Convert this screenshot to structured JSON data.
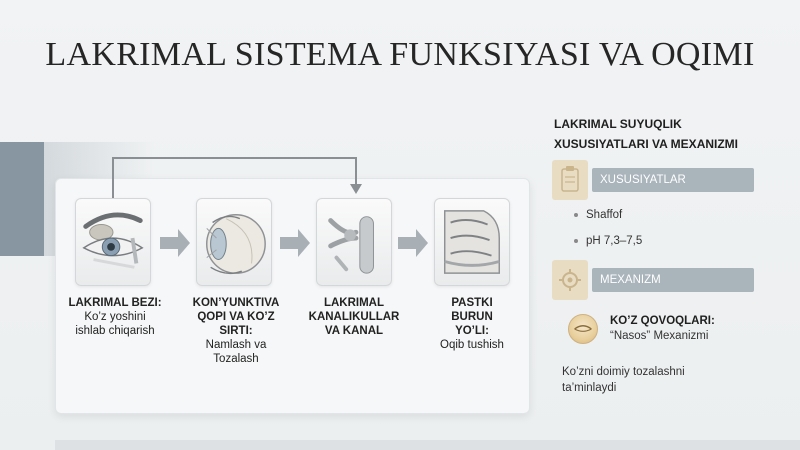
{
  "title": "LAKRIMAL SISTEMA FUNKSIYASI VA OQIMI",
  "steps": [
    {
      "heading": "LAKRIMAL BEZI:",
      "desc_lines": [
        "Ko’z yoshini",
        "ishlab chiqarish"
      ],
      "icon": "eye-lacrimal-gland-icon"
    },
    {
      "heading_lines": [
        "KON’YUNKTIVA",
        "QOPI VA KO’Z",
        "SIRTI:"
      ],
      "desc_lines": [
        "Namlash va",
        "Tozalash"
      ],
      "icon": "eyeball-icon"
    },
    {
      "heading_lines": [
        "LAKRIMAL",
        "KANALIKULLAR",
        "VA KANAL"
      ],
      "icon": "lacrimal-ducts-icon"
    },
    {
      "heading_lines": [
        "PASTKI",
        "BURUN",
        "YO’LI:"
      ],
      "desc_lines": [
        "Oqib tushish"
      ],
      "icon": "nasal-cavity-icon"
    }
  ],
  "side": {
    "heading_lines": [
      "LAKRIMAL SUYUQLIK",
      "XUSUSIYATLARI VA MEXANIZMI"
    ],
    "properties": {
      "label": "XUSUSIYATLAR",
      "icon": "clipboard-icon",
      "items": [
        "Shaffof",
        "pH 7,3–7,5"
      ]
    },
    "mechanism": {
      "label": "MEXANIZM",
      "icon": "gear-icon",
      "pump_title": "KO’Z QOVOQLARI:",
      "pump_desc": "“Nasos” Mexanizmi",
      "pump_icon": "eyelid-pump-icon",
      "note_lines": [
        "Ko’zni doimiy tozalashni",
        "ta’minlaydi"
      ]
    }
  },
  "colors": {
    "accent_gray": "#a9b4bb",
    "icon_beige": "#e8dcc3",
    "strip": "#8796a1"
  }
}
